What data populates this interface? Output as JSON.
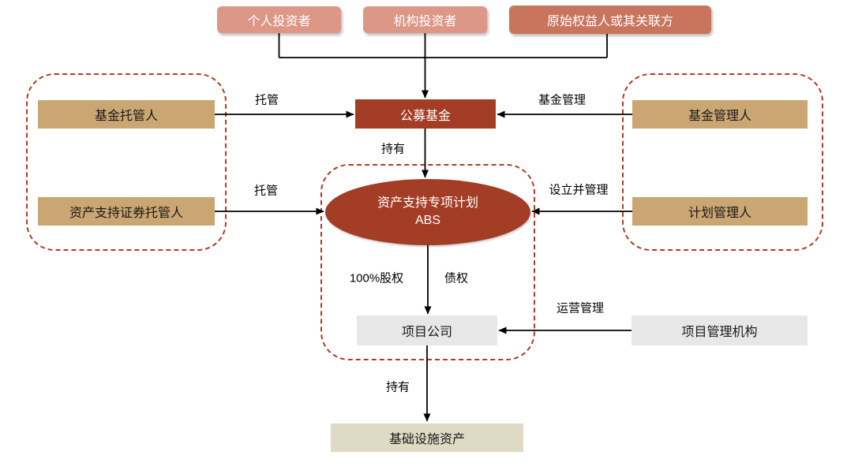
{
  "nodes": {
    "individual_investor": {
      "label": "个人投资者"
    },
    "institutional_investor": {
      "label": "机构投资者"
    },
    "original_owner": {
      "label": "原始权益人或其关联方"
    },
    "fund_custodian": {
      "label": "基金托管人"
    },
    "abs_custodian": {
      "label": "资产支持证券托管人"
    },
    "fund_manager": {
      "label": "基金管理人"
    },
    "plan_manager": {
      "label": "计划管理人"
    },
    "public_fund": {
      "label": "公募基金"
    },
    "abs_plan": {
      "line1": "资产支持专项计划",
      "line2": "ABS"
    },
    "project_company": {
      "label": "项目公司"
    },
    "project_manager_org": {
      "label": "项目管理机构"
    },
    "infrastructure_asset": {
      "label": "基础设施资产"
    }
  },
  "edge_labels": {
    "custody_fund": "托管",
    "fund_management": "基金管理",
    "hold_fund_to_abs": "持有",
    "custody_abs": "托管",
    "setup_and_manage": "设立并管理",
    "equity_100": "100%股权",
    "debt": "债权",
    "operation_management": "运营管理",
    "hold_company_to_asset": "持有"
  },
  "colors": {
    "salmon_light": "#DC9787",
    "salmon_dark": "#C9755E",
    "brick_red": "#A43D26",
    "tan": "#C9A672",
    "gray_light": "#E7E7E7",
    "beige": "#DEDAC4",
    "dashed_border": "#B13A28"
  }
}
